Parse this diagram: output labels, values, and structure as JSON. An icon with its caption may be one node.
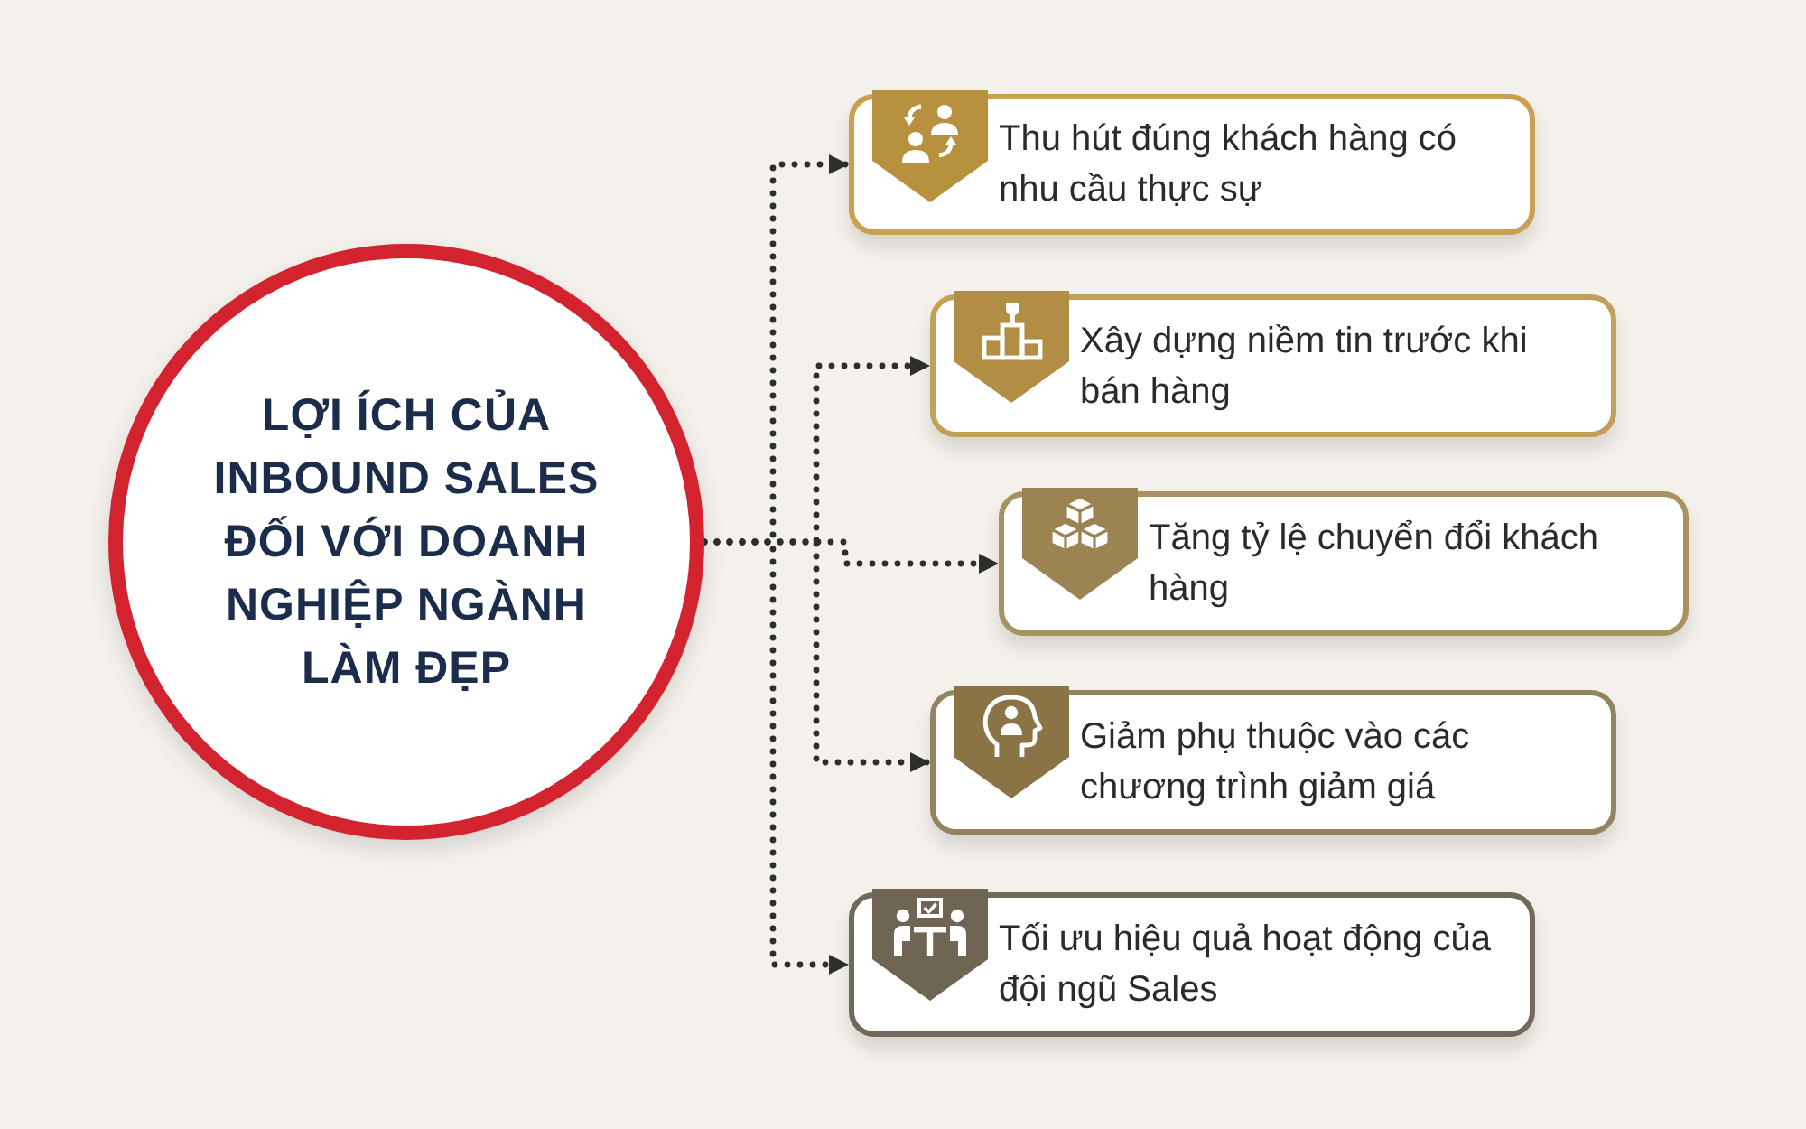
{
  "diagram": {
    "nodes": [
      {
        "text": [
          "LỢI ÍCH CỦA INBOUND SALES ĐỐI VỚI DOANH NGHIỆP NGÀNH LÀM ĐẸP"
        ]
      },
      {
        "text": [
          "Thu hút đúng khách hàng có nhu cầu thực sự"
        ]
      },
      {
        "text": [
          "Xây dựng niềm tin trước khi bán hàng"
        ]
      },
      {
        "text": [
          "Tăng tỷ lệ chuyển đổi khách hàng"
        ]
      },
      {
        "text": [
          "Giảm phụ thuộc vào các chương trình giảm giá"
        ]
      },
      {
        "text": [
          "Tối ưu hiệu quả hoạt động của đội ngũ Sales"
        ]
      }
    ],
    "edges": [
      {
        "from": 0,
        "to": 1,
        "arrow": "to"
      },
      {
        "from": 0,
        "to": 2,
        "arrow": "to"
      },
      {
        "from": 0,
        "to": 3,
        "arrow": "to"
      },
      {
        "from": 0,
        "to": 4,
        "arrow": "to"
      },
      {
        "from": 0,
        "to": 5,
        "arrow": "to"
      }
    ]
  }
}
